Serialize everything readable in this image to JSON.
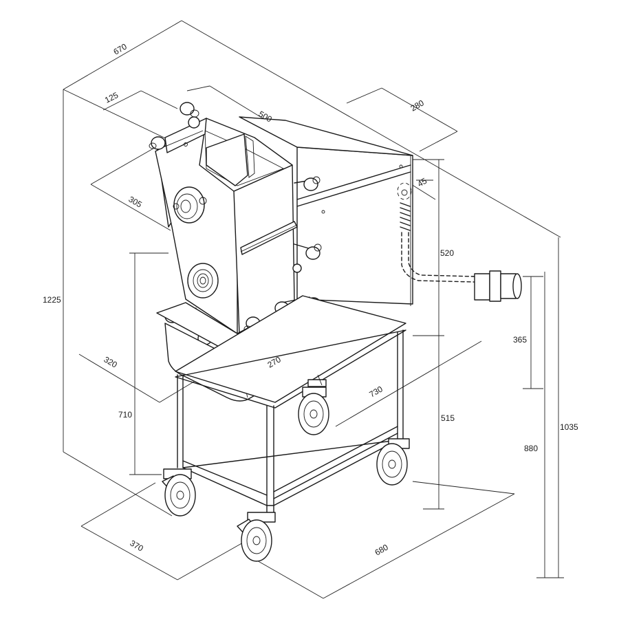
{
  "drawing": {
    "dimensions": {
      "d670": "670",
      "d125": "125",
      "d500": "500",
      "d280": "280",
      "d305": "305",
      "d45": "45",
      "d520": "520",
      "d1225": "1225",
      "d365": "365",
      "d320": "320",
      "d270": "270",
      "d730": "730",
      "d710": "710",
      "d515": "515",
      "d880": "880",
      "d1035": "1035",
      "d370": "370",
      "d680": "680"
    },
    "colors": {
      "line": "#1a1a1a",
      "background": "#ffffff"
    }
  }
}
